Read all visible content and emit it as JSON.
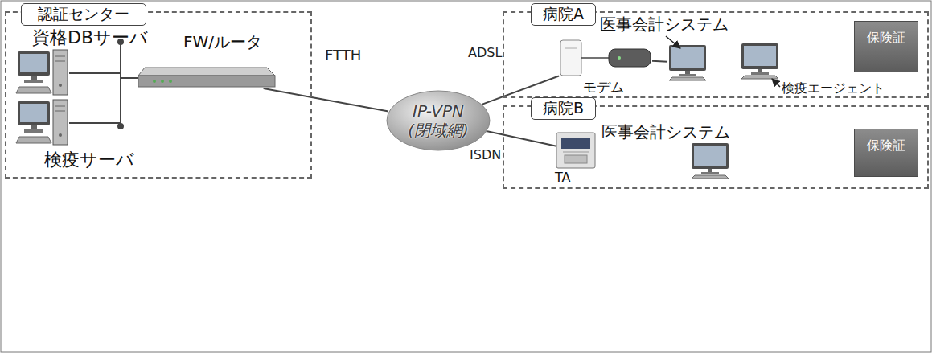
{
  "diagram": {
    "nodes": [
      {
        "text": [
          "認証センター"
        ]
      },
      {
        "text": [
          "資格DBサーバ"
        ],
        "in": 0
      },
      {
        "text": [
          "検疫サーバ"
        ],
        "in": 0
      },
      {
        "text": [
          "FW/ルータ"
        ],
        "in": 0
      },
      {
        "text": [
          "IP-VPN (閉域網)"
        ]
      },
      {
        "text": [
          "病院A"
        ]
      },
      {
        "text": [
          "医事会計システム"
        ],
        "in": 5
      },
      {
        "text": [
          "モデム"
        ],
        "in": 5
      },
      {
        "text": [
          "検疫エージェント"
        ],
        "in": 5
      },
      {
        "text": [
          "保険証"
        ],
        "in": 5
      },
      {
        "text": [
          "病院B"
        ]
      },
      {
        "text": [
          "医事会計システム"
        ],
        "in": 10
      },
      {
        "text": [
          "TA"
        ],
        "in": 10
      },
      {
        "text": [
          "保険証"
        ],
        "in": 10
      }
    ],
    "edges": [
      {
        "from": 1,
        "to": 3,
        "arrow": "none"
      },
      {
        "from": 2,
        "to": 3,
        "arrow": "none"
      },
      {
        "from": 3,
        "to": 4,
        "label": "FTTH",
        "arrow": "none"
      },
      {
        "from": 4,
        "to": 7,
        "label": "ADSL",
        "arrow": "none"
      },
      {
        "from": 7,
        "to": 6,
        "arrow": "none"
      },
      {
        "from": 4,
        "to": 12,
        "label": "ISDN",
        "arrow": "none"
      }
    ]
  }
}
